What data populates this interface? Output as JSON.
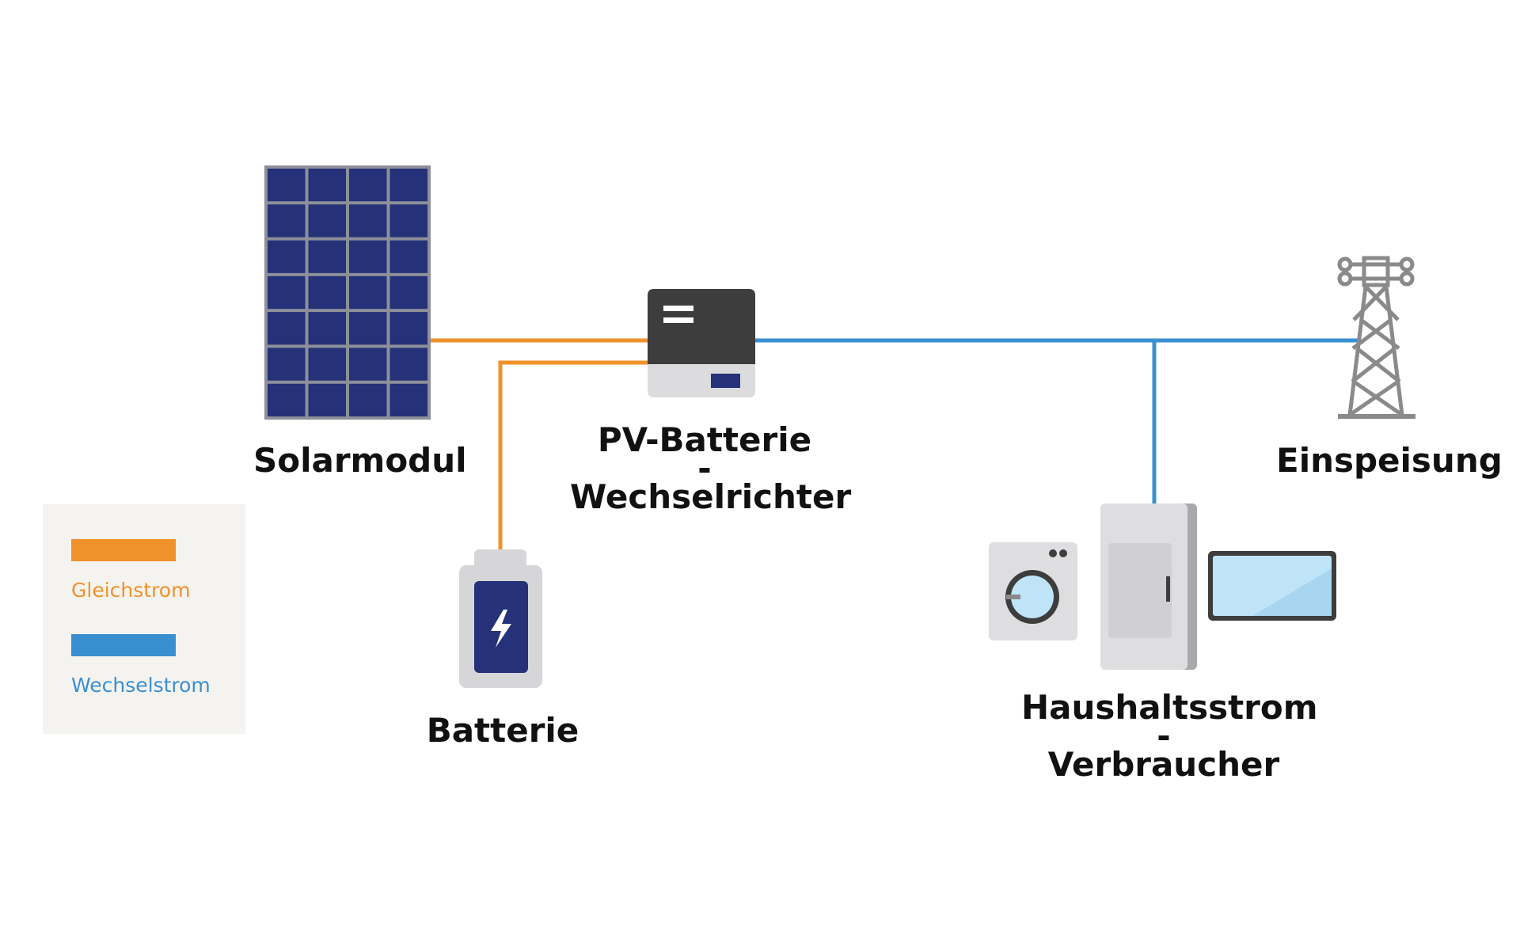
{
  "colors": {
    "dc": "#f0922b",
    "ac": "#3a8fd1",
    "panel": "#253178",
    "panel_grid": "#8d8f9a",
    "inverter_top": "#3d3d3d",
    "inverter_bottom": "#dcdcde",
    "battery_body": "#d6d6d9",
    "battery_cell": "#253178",
    "tower": "#8a8a8a",
    "appliance": "#dedee0",
    "screen": "#bfe3f7",
    "legend_bg": "#f5f3f0",
    "text": "#111111"
  },
  "nodes": {
    "solarmodul": {
      "icon": "solar-panel-icon",
      "label": [
        "Solarmodul"
      ]
    },
    "inverter": {
      "icon": "inverter-icon",
      "label": [
        "PV-Batterie",
        "-",
        "Wechselrichter"
      ]
    },
    "battery": {
      "icon": "battery-icon",
      "label": [
        "Batterie"
      ]
    },
    "einspeisung": {
      "icon": "power-tower-icon",
      "label": [
        "Einspeisung"
      ]
    },
    "haushalt": {
      "icon": "household-appliances-icon",
      "label": [
        "Haushaltsstrom",
        "-",
        "Verbraucher"
      ]
    }
  },
  "edges": [
    {
      "from": "solarmodul",
      "to": "inverter",
      "type": "dc"
    },
    {
      "from": "battery",
      "to": "inverter",
      "type": "dc"
    },
    {
      "from": "inverter",
      "to": "einspeisung",
      "type": "ac"
    },
    {
      "from": "inverter",
      "to": "haushalt",
      "type": "ac"
    }
  ],
  "legend": {
    "items": [
      {
        "label": "Gleichstrom",
        "color": "#f0922b"
      },
      {
        "label": "Wechselstrom",
        "color": "#3a8fd1"
      }
    ]
  }
}
